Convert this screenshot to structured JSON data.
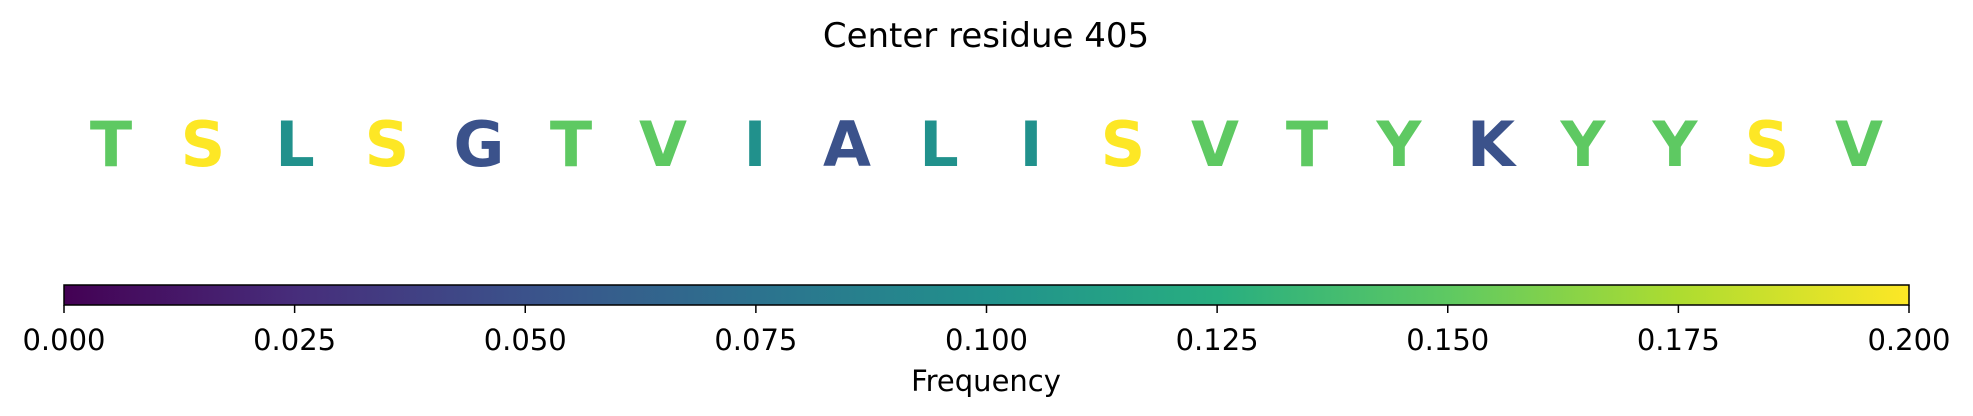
{
  "chart_data": {
    "type": "heatmap",
    "title": "Center residue 405",
    "residues": [
      {
        "letter": "T",
        "frequency": 0.15
      },
      {
        "letter": "S",
        "frequency": 0.2
      },
      {
        "letter": "L",
        "frequency": 0.1
      },
      {
        "letter": "S",
        "frequency": 0.2
      },
      {
        "letter": "G",
        "frequency": 0.05
      },
      {
        "letter": "T",
        "frequency": 0.15
      },
      {
        "letter": "V",
        "frequency": 0.15
      },
      {
        "letter": "I",
        "frequency": 0.1
      },
      {
        "letter": "A",
        "frequency": 0.05
      },
      {
        "letter": "L",
        "frequency": 0.1
      },
      {
        "letter": "I",
        "frequency": 0.1
      },
      {
        "letter": "S",
        "frequency": 0.2
      },
      {
        "letter": "V",
        "frequency": 0.15
      },
      {
        "letter": "T",
        "frequency": 0.15
      },
      {
        "letter": "Y",
        "frequency": 0.15
      },
      {
        "letter": "K",
        "frequency": 0.05
      },
      {
        "letter": "Y",
        "frequency": 0.15
      },
      {
        "letter": "Y",
        "frequency": 0.15
      },
      {
        "letter": "S",
        "frequency": 0.2
      },
      {
        "letter": "V",
        "frequency": 0.15
      }
    ],
    "colorbar": {
      "label": "Frequency",
      "range": [
        0.0,
        0.2
      ],
      "ticks": [
        0.0,
        0.025,
        0.05,
        0.075,
        0.1,
        0.125,
        0.15,
        0.175,
        0.2
      ],
      "tick_labels": [
        "0.000",
        "0.025",
        "0.050",
        "0.075",
        "0.100",
        "0.125",
        "0.150",
        "0.175",
        "0.200"
      ],
      "colormap": "viridis",
      "orientation": "horizontal"
    },
    "grid": false
  }
}
